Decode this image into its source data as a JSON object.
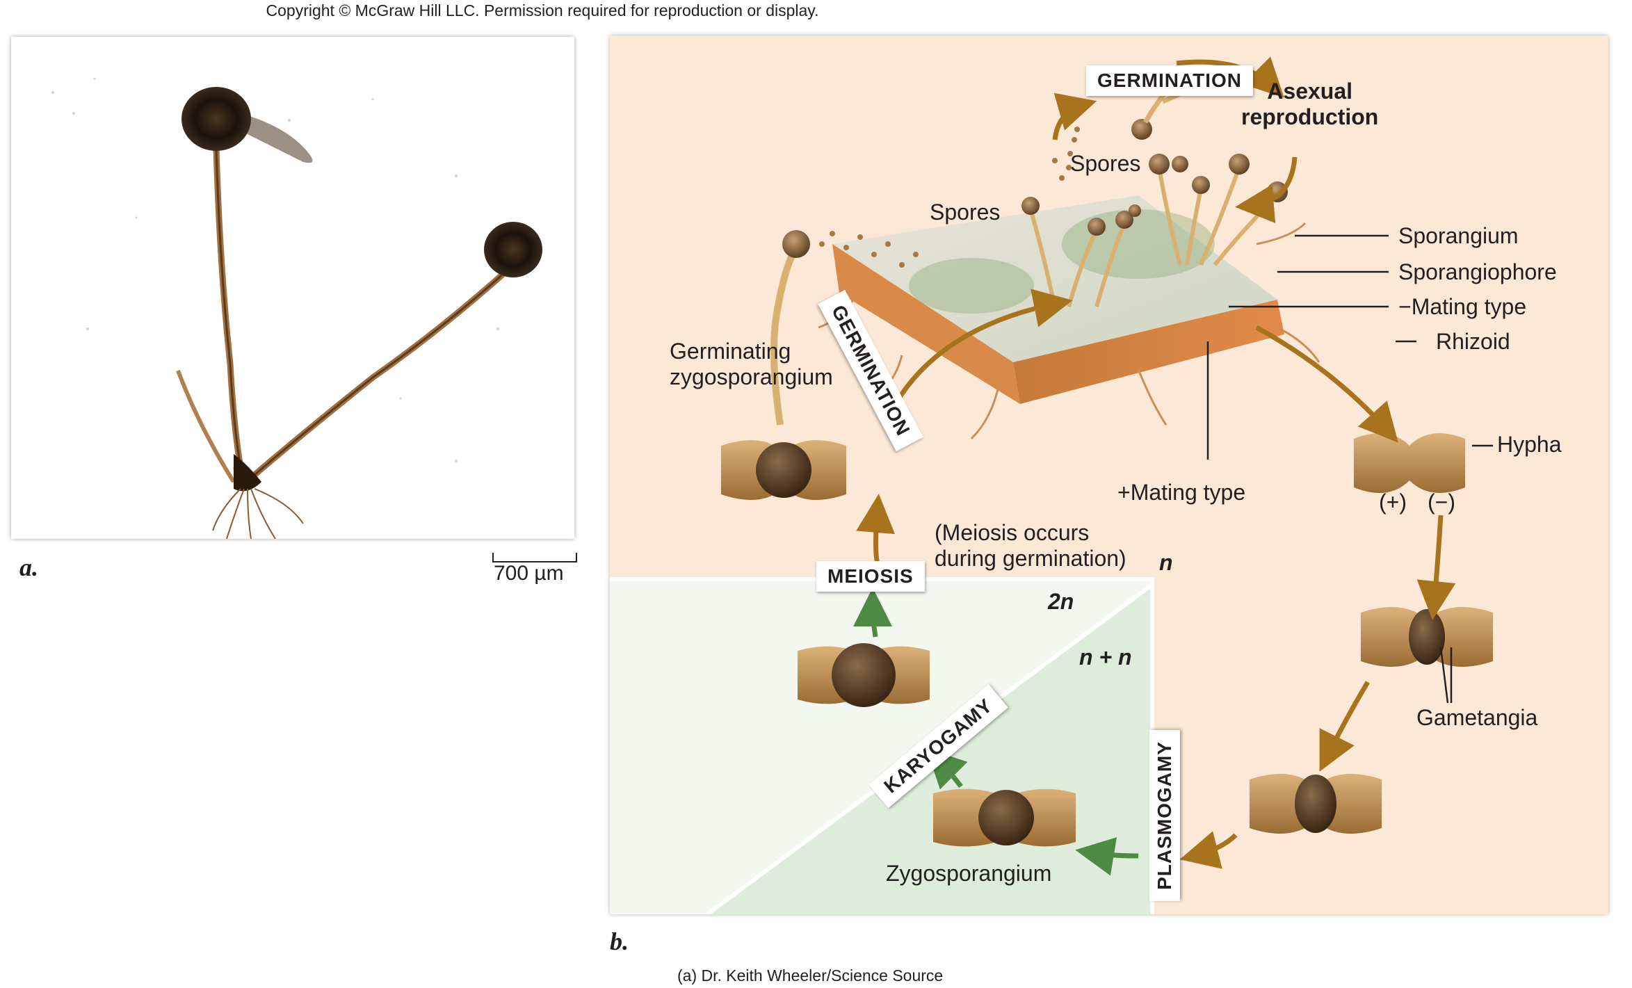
{
  "copyright": "Copyright © McGraw Hill LLC. Permission required for reproduction or display.",
  "panel_a": {
    "letter": "a.",
    "scale_bar": "700 µm"
  },
  "panel_b": {
    "letter": "b.",
    "steps": {
      "germination_top": "GERMINATION",
      "germination_left": "GERMINATION",
      "meiosis": "MEIOSIS",
      "karyogamy": "KARYOGAMY",
      "plasmogamy": "PLASMOGAMY"
    },
    "labels": {
      "asexual_reproduction": "Asexual\nreproduction",
      "spores_top": "Spores",
      "spores_left": "Spores",
      "sporangium": "Sporangium",
      "sporangiophore": "Sporangiophore",
      "minus_mating_type": "−Mating type",
      "rhizoid": "Rhizoid",
      "germinating_zygosporangium": "Germinating\nzygosporangium",
      "plus_mating_type": "+Mating type",
      "hypha": "Hypha",
      "plus": "(+)",
      "minus": "(−)",
      "meiosis_note": "(Meiosis occurs\nduring germination)",
      "gametangia": "Gametangia",
      "zygosporangium": "Zygosporangium"
    },
    "ploidy": {
      "haploid": "n",
      "diploid": "2n",
      "dikaryon": "n + n"
    },
    "colors": {
      "haploid_bg": "#fbe8d6",
      "diploid_bg": "#f2f7f0",
      "dikaryon_bg": "#deecdb",
      "arrow_brown": "#a7741d",
      "arrow_green": "#4f8a45"
    }
  },
  "credit": "(a) Dr. Keith Wheeler/Science Source"
}
